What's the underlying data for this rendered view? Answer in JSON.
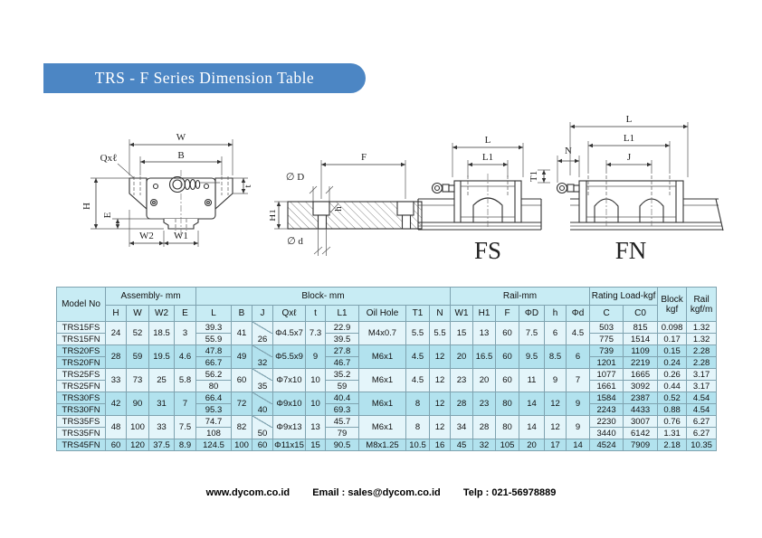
{
  "page": {
    "title": "TRS - F Series Dimension Table",
    "footer": {
      "website": "www.dycom.co.id",
      "email": "Email : sales@dycom.co.id",
      "telp": "Telp : 021-56978889"
    }
  },
  "diagrams": {
    "block_section": {
      "W": "W",
      "B": "B",
      "Qxl": "Qxℓ",
      "H": "H",
      "E": "E",
      "W2": "W2",
      "W1": "W1",
      "t": "t"
    },
    "rail_section": {
      "F": "F",
      "phiD": "∅ D",
      "h": "h",
      "phid": "∅ d",
      "H1": "H1"
    },
    "assembly": {
      "L_fs": "L",
      "L1_fs": "L1",
      "fs": "FS",
      "L_fn": "L",
      "L1_fn": "L1",
      "J": "J",
      "N": "N",
      "T1": "T1",
      "fn": "FN"
    }
  },
  "table": {
    "header": {
      "model_col": "Model No",
      "groups": [
        {
          "label": "Assembly- mm",
          "cols": [
            "H",
            "W",
            "W2",
            "E"
          ]
        },
        {
          "label": "Block- mm",
          "cols": [
            "L",
            "B",
            "J",
            "Qxℓ",
            "t",
            "L1",
            "Oil Hole",
            "T1",
            "N"
          ]
        },
        {
          "label": "Rail-mm",
          "cols": [
            "W1",
            "H1",
            "F",
            "ΦD",
            "h",
            "Φd"
          ]
        },
        {
          "label": "Rating Load-kgf",
          "cols": [
            "C",
            "C0"
          ]
        }
      ],
      "tail_cols": [
        {
          "top": "Block",
          "bottom": "kgf"
        },
        {
          "top": "Rail",
          "bottom": "kgf/m"
        }
      ]
    },
    "models": [
      {
        "tint": "light",
        "shared": {
          "H": "24",
          "W": "52",
          "W2": "18.5",
          "E": "3",
          "B": "41",
          "J": "26",
          "Qxl": "Φ4.5x7",
          "t": "7.3",
          "oil": "M4x0.7",
          "T1": "5.5",
          "N": "5.5",
          "W1": "15",
          "H1": "13",
          "F": "60",
          "PhiD": "7.5",
          "h": "6",
          "Phid": "4.5"
        },
        "rows": [
          {
            "model": "TRS15FS",
            "L": "39.3",
            "L1": "22.9",
            "C": "503",
            "C0": "815",
            "block_kgf": "0.098",
            "rail_kgfm": "1.32"
          },
          {
            "model": "TRS15FN",
            "L": "55.9",
            "L1": "39.5",
            "C": "775",
            "C0": "1514",
            "block_kgf": "0.17",
            "rail_kgfm": "1.32"
          }
        ]
      },
      {
        "tint": "cyan",
        "shared": {
          "H": "28",
          "W": "59",
          "W2": "19.5",
          "E": "4.6",
          "B": "49",
          "J": "32",
          "Qxl": "Φ5.5x9",
          "t": "9",
          "oil": "M6x1",
          "T1": "4.5",
          "N": "12",
          "W1": "20",
          "H1": "16.5",
          "F": "60",
          "PhiD": "9.5",
          "h": "8.5",
          "Phid": "6"
        },
        "rows": [
          {
            "model": "TRS20FS",
            "L": "47.8",
            "L1": "27.8",
            "C": "739",
            "C0": "1109",
            "block_kgf": "0.15",
            "rail_kgfm": "2.28"
          },
          {
            "model": "TRS20FN",
            "L": "66.7",
            "L1": "46.7",
            "C": "1201",
            "C0": "2219",
            "block_kgf": "0.24",
            "rail_kgfm": "2.28"
          }
        ]
      },
      {
        "tint": "light",
        "shared": {
          "H": "33",
          "W": "73",
          "W2": "25",
          "E": "5.8",
          "B": "60",
          "J": "35",
          "Qxl": "Φ7x10",
          "t": "10",
          "oil": "M6x1",
          "T1": "4.5",
          "N": "12",
          "W1": "23",
          "H1": "20",
          "F": "60",
          "PhiD": "11",
          "h": "9",
          "Phid": "7"
        },
        "rows": [
          {
            "model": "TRS25FS",
            "L": "56.2",
            "L1": "35.2",
            "C": "1077",
            "C0": "1665",
            "block_kgf": "0.26",
            "rail_kgfm": "3.17"
          },
          {
            "model": "TRS25FN",
            "L": "80",
            "L1": "59",
            "C": "1661",
            "C0": "3092",
            "block_kgf": "0.44",
            "rail_kgfm": "3.17"
          }
        ]
      },
      {
        "tint": "cyan",
        "shared": {
          "H": "42",
          "W": "90",
          "W2": "31",
          "E": "7",
          "B": "72",
          "J": "40",
          "Qxl": "Φ9x10",
          "t": "10",
          "oil": "M6x1",
          "T1": "8",
          "N": "12",
          "W1": "28",
          "H1": "23",
          "F": "80",
          "PhiD": "14",
          "h": "12",
          "Phid": "9"
        },
        "rows": [
          {
            "model": "TRS30FS",
            "L": "66.4",
            "L1": "40.4",
            "C": "1584",
            "C0": "2387",
            "block_kgf": "0.52",
            "rail_kgfm": "4.54"
          },
          {
            "model": "TRS30FN",
            "L": "95.3",
            "L1": "69.3",
            "C": "2243",
            "C0": "4433",
            "block_kgf": "0.88",
            "rail_kgfm": "4.54"
          }
        ]
      },
      {
        "tint": "light",
        "shared": {
          "H": "48",
          "W": "100",
          "W2": "33",
          "E": "7.5",
          "B": "82",
          "J": "50",
          "Qxl": "Φ9x13",
          "t": "13",
          "oil": "M6x1",
          "T1": "8",
          "N": "12",
          "W1": "34",
          "H1": "28",
          "F": "80",
          "PhiD": "14",
          "h": "12",
          "Phid": "9"
        },
        "rows": [
          {
            "model": "TRS35FS",
            "L": "74.7",
            "L1": "45.7",
            "C": "2230",
            "C0": "3007",
            "block_kgf": "0.76",
            "rail_kgfm": "6.27"
          },
          {
            "model": "TRS35FN",
            "L": "108",
            "L1": "79",
            "C": "3440",
            "C0": "6142",
            "block_kgf": "1.31",
            "rail_kgfm": "6.27"
          }
        ]
      },
      {
        "tint": "cyan",
        "shared": {
          "H": "60",
          "W": "120",
          "W2": "37.5",
          "E": "8.9",
          "B": "100",
          "J": "60",
          "Qxl": "Φ11x15",
          "t": "15",
          "oil": "M8x1.25",
          "T1": "10.5",
          "N": "16",
          "W1": "45",
          "H1": "32",
          "F": "105",
          "PhiD": "20",
          "h": "17",
          "Phid": "14"
        },
        "rows": [
          {
            "model": "TRS45FN",
            "L": "124.5",
            "L1": "90.5",
            "C": "4524",
            "C0": "7909",
            "block_kgf": "2.18",
            "rail_kgfm": "10.35"
          }
        ]
      }
    ]
  }
}
